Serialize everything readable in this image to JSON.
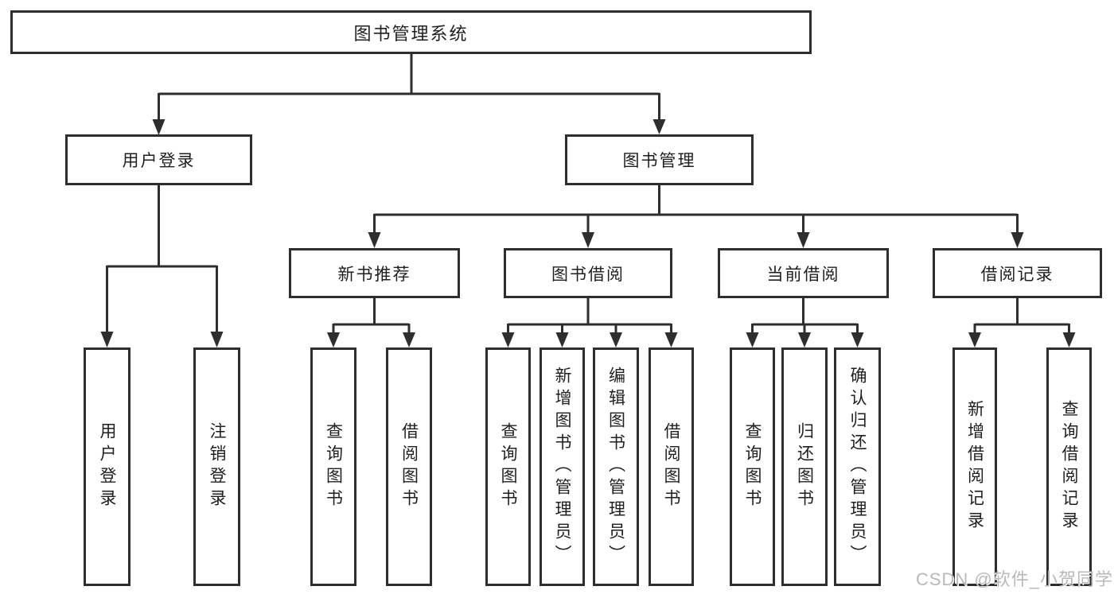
{
  "diagram": {
    "colors": {
      "line": "#2e2e2e",
      "text": "#1f1f1f",
      "background": "#ffffff",
      "watermark_text": "#b9b9b9"
    },
    "nodes": {
      "root": "图书管理系统",
      "user_login": "用户登录",
      "book_mgmt": "图书管理",
      "new_book_rec": "新书推荐",
      "book_borrow": "图书借阅",
      "current_borrow": "当前借阅",
      "borrow_records": "借阅记录",
      "leaf_login": "用户登录",
      "leaf_logout": "注销登录",
      "leaf_rec_query": "查询图书",
      "leaf_rec_borrow": "借阅图书",
      "leaf_bb_query": "查询图书",
      "leaf_bb_add": "新增图书（管理员）",
      "leaf_bb_edit": "编辑图书（管理员）",
      "leaf_bb_borrow": "借阅图书",
      "leaf_cb_query": "查询图书",
      "leaf_cb_return": "归还图书",
      "leaf_cb_confirm": "确认归还（管理员）",
      "leaf_br_add": "新增借阅记录",
      "leaf_br_query": "查询借阅记录"
    },
    "watermark": "CSDN @软件_小贺同学"
  }
}
